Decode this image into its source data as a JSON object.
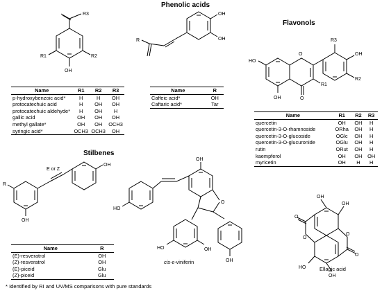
{
  "headings": {
    "phenolic": "Phenolic acids",
    "flavonols": "Flavonols",
    "stilbenes": "Stilbenes"
  },
  "structure_labels": {
    "benzoic_oh": "OH",
    "benzoic_r1": "R1",
    "benzoic_r2": "R2",
    "benzoic_r3": "R3",
    "cinnamic_r": "R",
    "cinnamic_oh1": "OH",
    "cinnamic_oh2": "OH",
    "flav_ho_left": "HO",
    "flav_oh_bottom": "OH",
    "flav_oh_right": "OH",
    "flav_r1": "R1",
    "flav_r2": "R2",
    "flav_r3": "R3",
    "stil_r": "R",
    "stil_oh_bottom": "OH",
    "stil_oh_top": "OH",
    "stil_eorz": "E or Z",
    "vini_oh_top": "OH",
    "vini_ho_left": "HO",
    "vini_ho_b": "HO",
    "vini_oh_b": "OH",
    "vini_oh_r": "OH",
    "ell_oh_tl": "OH",
    "ell_oh_tr": "OH",
    "ell_ho_bl": "HO",
    "ell_oh_br": "OH",
    "vini_caption_prefix": "cis-",
    "vini_caption_eps": "ε",
    "vini_caption_suffix": "-viniferin",
    "ellagic_caption": "Ellagic acid"
  },
  "benzoic_table": {
    "headers": [
      "Name",
      "R1",
      "R2",
      "R3"
    ],
    "rows": [
      [
        "p-hydroxybenzoic acid*",
        "H",
        "H",
        "OH"
      ],
      [
        "protocatechuic acid",
        "H",
        "OH",
        "OH"
      ],
      [
        "protocatechuic aldehyde*",
        "H",
        "OH",
        "H"
      ],
      [
        "gallic acid",
        "OH",
        "OH",
        "OH"
      ],
      [
        "methyl gallate*",
        "OH",
        "OH",
        "OCH3"
      ],
      [
        "syringic acid*",
        "OCH3",
        "OCH3",
        "OH"
      ]
    ]
  },
  "cinnamic_table": {
    "headers": [
      "Name",
      "R"
    ],
    "rows": [
      [
        "Caffeic acid*",
        "OH"
      ],
      [
        "Caftaric acid*",
        "Tar"
      ]
    ]
  },
  "flavonol_table": {
    "headers": [
      "Name",
      "R1",
      "R2",
      "R3"
    ],
    "rows": [
      [
        "quercetin",
        "OH",
        "OH",
        "H"
      ],
      [
        "quercetin-3-O-rhamnoside",
        "ORha",
        "OH",
        "H"
      ],
      [
        "quercetin-3-O-glucoside",
        "OGlc",
        "OH",
        "H"
      ],
      [
        "quercetin-3-O-glucuronide",
        "OGlu",
        "OH",
        "H"
      ],
      [
        "rutin",
        "ORut",
        "OH",
        "H"
      ],
      [
        "kaempferol",
        "OH",
        "OH",
        "OH"
      ],
      [
        "myricetin",
        "OH",
        "H",
        "H"
      ]
    ]
  },
  "stilbene_table": {
    "headers": [
      "Name",
      "R"
    ],
    "rows": [
      [
        "(E)-resveratrol",
        "OH"
      ],
      [
        "(Z)-resveratrol",
        "OH"
      ],
      [
        "(E)-piceid",
        "Glu"
      ],
      [
        "(Z)-piceid",
        "Glu"
      ]
    ]
  },
  "footnote": "* Identified by RI and UV/MS comparisons with pure standards"
}
